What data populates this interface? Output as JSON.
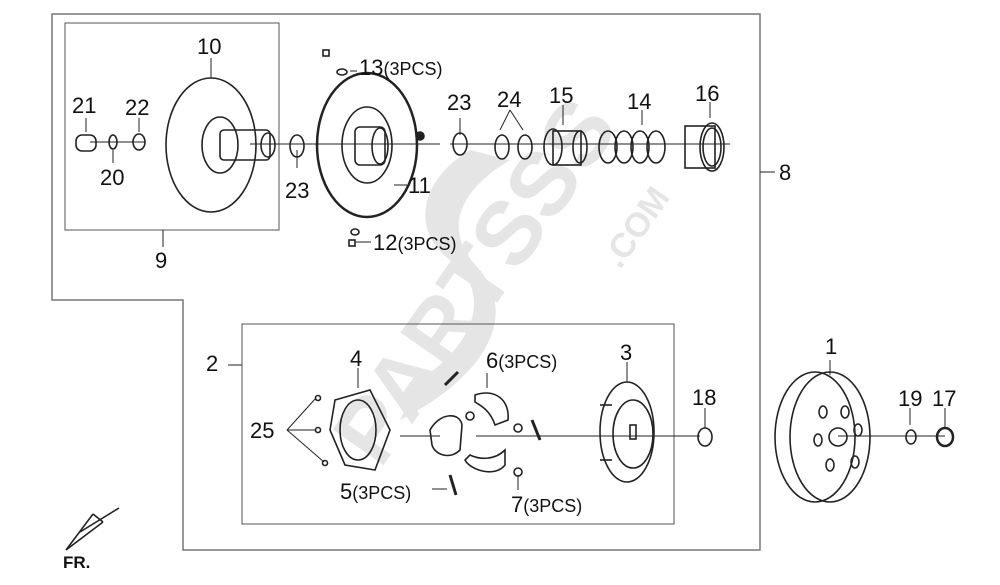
{
  "diagram": {
    "type": "exploded-parts-diagram",
    "subject": "Clutch / driven pulley assembly",
    "watermark": "PARTSSS.COM",
    "orientation_label": "FR.",
    "callouts": [
      {
        "id": "1",
        "label": "1"
      },
      {
        "id": "2",
        "label": "2"
      },
      {
        "id": "3",
        "label": "3"
      },
      {
        "id": "4",
        "label": "4"
      },
      {
        "id": "5",
        "label": "5",
        "qty": "(3PCS)"
      },
      {
        "id": "6",
        "label": "6",
        "qty": "(3PCS)"
      },
      {
        "id": "7",
        "label": "7",
        "qty": "(3PCS)"
      },
      {
        "id": "8",
        "label": "8"
      },
      {
        "id": "9",
        "label": "9"
      },
      {
        "id": "10",
        "label": "10"
      },
      {
        "id": "11",
        "label": "11"
      },
      {
        "id": "12",
        "label": "12",
        "qty": "(3PCS)"
      },
      {
        "id": "13",
        "label": "13",
        "qty": "(3PCS)"
      },
      {
        "id": "14",
        "label": "14"
      },
      {
        "id": "15",
        "label": "15"
      },
      {
        "id": "16",
        "label": "16"
      },
      {
        "id": "17",
        "label": "17"
      },
      {
        "id": "18",
        "label": "18"
      },
      {
        "id": "19",
        "label": "19"
      },
      {
        "id": "20",
        "label": "20"
      },
      {
        "id": "21",
        "label": "21"
      },
      {
        "id": "22",
        "label": "22"
      },
      {
        "id": "23a",
        "label": "23"
      },
      {
        "id": "23b",
        "label": "23"
      },
      {
        "id": "24",
        "label": "24"
      },
      {
        "id": "25",
        "label": "25"
      }
    ]
  }
}
